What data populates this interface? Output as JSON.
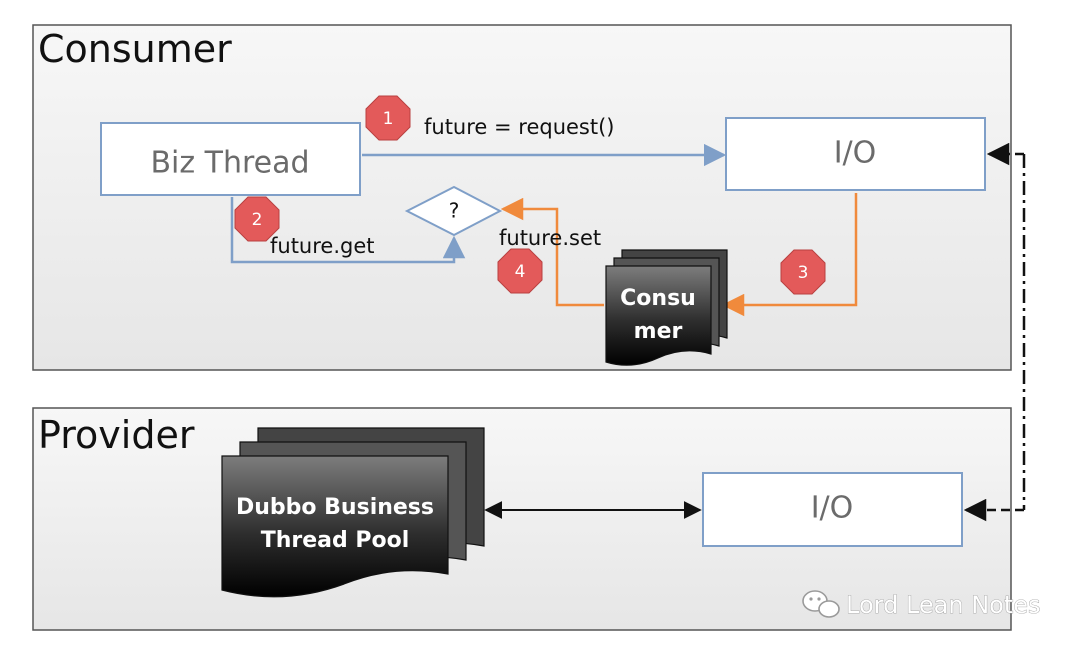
{
  "regions": {
    "consumer": {
      "title": "Consumer"
    },
    "provider": {
      "title": "Provider"
    }
  },
  "nodes": {
    "biz_thread": "Biz Thread",
    "consumer_io": "I/O",
    "provider_io": "I/O",
    "decision": "?",
    "consumer_doc": [
      "Consu",
      "mer"
    ],
    "thread_pool": [
      "Dubbo Business",
      "Thread Pool"
    ]
  },
  "edges": {
    "request": "future = request()",
    "get": "future.get",
    "set": "future.set"
  },
  "steps": [
    "1",
    "2",
    "3",
    "4"
  ],
  "watermark": "Lord Lean Notes",
  "colors": {
    "blue_line": "#7f9fc8",
    "orange_line": "#f08a3c",
    "badge": "#e35a5a",
    "region_fill": "#efefef"
  }
}
